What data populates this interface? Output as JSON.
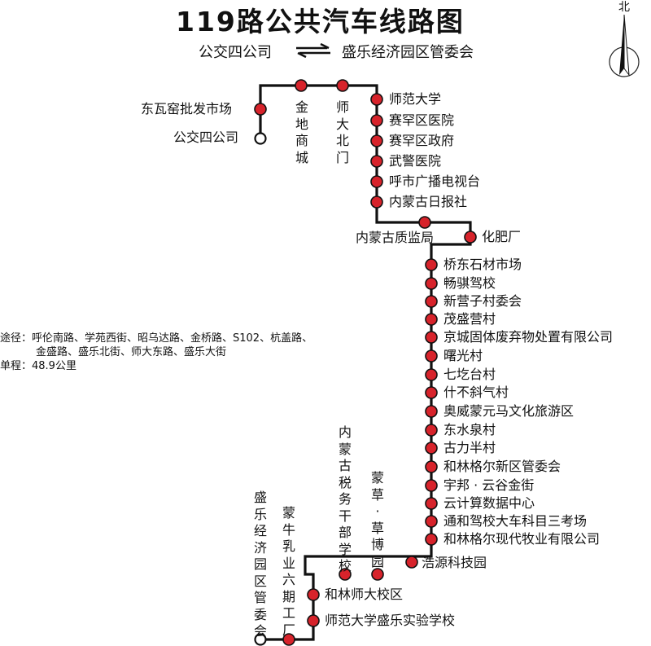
{
  "title": "119路公共汽车线路图",
  "terminal_from": "公交四公司",
  "terminal_to": "盛乐经济园区管委会",
  "compass_label": "北",
  "route_info": {
    "via_line1": "途径：呼伦南路、学苑西街、昭乌达路、金桥路、S102、杭盖路、",
    "via_line2": "金盛路、盛乐北街、师大东路、盛乐大街",
    "distance": "单程：48.9公里"
  },
  "colors": {
    "line": "#111111",
    "stop": "#d7232b",
    "terminal": "#ffffff"
  },
  "stops": [
    {
      "name": "公交四公司",
      "terminal": true
    },
    {
      "name": "东瓦窑批发市场"
    },
    {
      "name": "金地商城"
    },
    {
      "name": "师大北门"
    },
    {
      "name": "师范大学"
    },
    {
      "name": "赛罕区医院"
    },
    {
      "name": "赛罕区政府"
    },
    {
      "name": "武警医院"
    },
    {
      "name": "呼市广播电视台"
    },
    {
      "name": "内蒙古日报社"
    },
    {
      "name": "内蒙古质监局"
    },
    {
      "name": "化肥厂"
    },
    {
      "name": "桥东石材市场"
    },
    {
      "name": "畅骐驾校"
    },
    {
      "name": "新营子村委会"
    },
    {
      "name": "茂盛营村"
    },
    {
      "name": "京城固体废弃物处置有限公司"
    },
    {
      "name": "曙光村"
    },
    {
      "name": "七圪台村"
    },
    {
      "name": "什不斜气村"
    },
    {
      "name": "奥威蒙元马文化旅游区"
    },
    {
      "name": "东水泉村"
    },
    {
      "name": "古力半村"
    },
    {
      "name": "和林格尔新区管委会"
    },
    {
      "name": "宇邦 · 云谷金街"
    },
    {
      "name": "云计算数据中心"
    },
    {
      "name": "通和驾校大车科目三考场"
    },
    {
      "name": "和林格尔现代牧业有限公司"
    },
    {
      "name": "浩源科技园"
    },
    {
      "name": "蒙草 · 草博园"
    },
    {
      "name": "内蒙古税务干部学校"
    },
    {
      "name": "和林师大校区"
    },
    {
      "name": "师范大学盛乐实验学校"
    },
    {
      "name": "蒙牛乳业六期工厂"
    },
    {
      "name": "盛乐经济园区管委会",
      "terminal": true
    }
  ]
}
